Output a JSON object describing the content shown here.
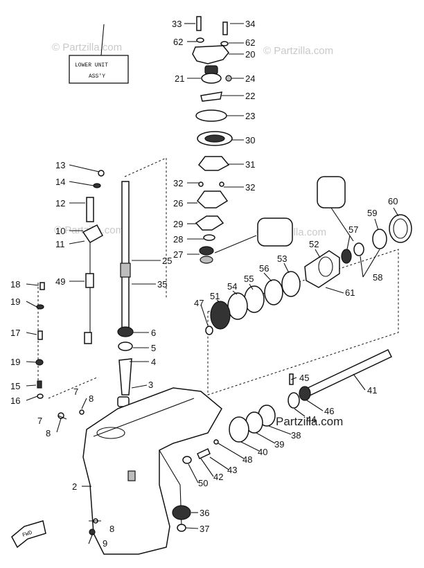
{
  "title_box": {
    "line1": "LOWER UNIT",
    "line2": "ASS'Y"
  },
  "watermarks": [
    "© Partzilla.com",
    "© Partzilla.com",
    "© Partzilla.com",
    "© Partzilla.com"
  ],
  "watermark_main": "Partzilla.com",
  "fwd_label": "FWD",
  "callouts": [
    {
      "id": "c33",
      "text": "33"
    },
    {
      "id": "c34",
      "text": "34"
    },
    {
      "id": "c62a",
      "text": "62"
    },
    {
      "id": "c62b",
      "text": "62"
    },
    {
      "id": "c20",
      "text": "20"
    },
    {
      "id": "c21",
      "text": "21"
    },
    {
      "id": "c24",
      "text": "24"
    },
    {
      "id": "c22",
      "text": "22"
    },
    {
      "id": "c23",
      "text": "23"
    },
    {
      "id": "c30",
      "text": "30"
    },
    {
      "id": "c31",
      "text": "31"
    },
    {
      "id": "c32a",
      "text": "32"
    },
    {
      "id": "c32b",
      "text": "32"
    },
    {
      "id": "c26",
      "text": "26"
    },
    {
      "id": "c29",
      "text": "29"
    },
    {
      "id": "c28",
      "text": "28"
    },
    {
      "id": "c27",
      "text": "27"
    },
    {
      "id": "c25",
      "text": "25"
    },
    {
      "id": "c35",
      "text": "35"
    },
    {
      "id": "c13",
      "text": "13"
    },
    {
      "id": "c14",
      "text": "14"
    },
    {
      "id": "c12",
      "text": "12"
    },
    {
      "id": "c10",
      "text": "10"
    },
    {
      "id": "c11",
      "text": "11"
    },
    {
      "id": "c49",
      "text": "49"
    },
    {
      "id": "c18",
      "text": "18"
    },
    {
      "id": "c19a",
      "text": "19"
    },
    {
      "id": "c17",
      "text": "17"
    },
    {
      "id": "c19b",
      "text": "19"
    },
    {
      "id": "c15",
      "text": "15"
    },
    {
      "id": "c16",
      "text": "16"
    },
    {
      "id": "c6",
      "text": "6"
    },
    {
      "id": "c5",
      "text": "5"
    },
    {
      "id": "c4",
      "text": "4"
    },
    {
      "id": "c3",
      "text": "3"
    },
    {
      "id": "c7a",
      "text": "7"
    },
    {
      "id": "c8a",
      "text": "8"
    },
    {
      "id": "c7b",
      "text": "7"
    },
    {
      "id": "c8b",
      "text": "8"
    },
    {
      "id": "c2",
      "text": "2"
    },
    {
      "id": "c8c",
      "text": "8"
    },
    {
      "id": "c9",
      "text": "9"
    },
    {
      "id": "c60",
      "text": "60"
    },
    {
      "id": "c59",
      "text": "59"
    },
    {
      "id": "c57",
      "text": "57"
    },
    {
      "id": "c52",
      "text": "52"
    },
    {
      "id": "c53",
      "text": "53"
    },
    {
      "id": "c56",
      "text": "56"
    },
    {
      "id": "c55",
      "text": "55"
    },
    {
      "id": "c54",
      "text": "54"
    },
    {
      "id": "c51",
      "text": "51"
    },
    {
      "id": "c47",
      "text": "47"
    },
    {
      "id": "c58",
      "text": "58"
    },
    {
      "id": "c61",
      "text": "61"
    },
    {
      "id": "c45",
      "text": "45"
    },
    {
      "id": "c41",
      "text": "41"
    },
    {
      "id": "c46",
      "text": "46"
    },
    {
      "id": "c44",
      "text": "44"
    },
    {
      "id": "c38",
      "text": "38"
    },
    {
      "id": "c39",
      "text": "39"
    },
    {
      "id": "c40",
      "text": "40"
    },
    {
      "id": "c48",
      "text": "48"
    },
    {
      "id": "c43",
      "text": "43"
    },
    {
      "id": "c42",
      "text": "42"
    },
    {
      "id": "c50",
      "text": "50"
    },
    {
      "id": "c36",
      "text": "36"
    },
    {
      "id": "c37",
      "text": "37"
    }
  ]
}
